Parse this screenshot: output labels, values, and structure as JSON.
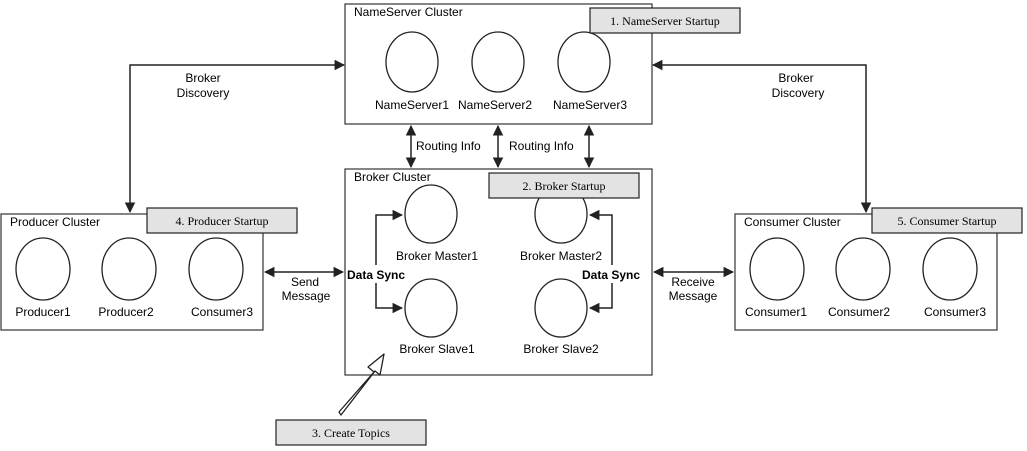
{
  "clusters": {
    "nameserver": {
      "title": "NameServer Cluster",
      "nodes": [
        "NameServer1",
        "NameServer2",
        "NameServer3"
      ]
    },
    "broker": {
      "title": "Broker Cluster",
      "nodes": [
        "Broker Master1",
        "Broker Master2",
        "Broker Slave1",
        "Broker Slave2"
      ]
    },
    "producer": {
      "title": "Producer Cluster",
      "nodes": [
        "Producer1",
        "Producer2",
        "Consumer3"
      ]
    },
    "consumer": {
      "title": "Consumer Cluster",
      "nodes": [
        "Consumer1",
        "Consumer2",
        "Consumer3"
      ]
    }
  },
  "steps": [
    "1. NameServer Startup",
    "2. Broker Startup",
    "3. Create Topics",
    "4. Producer Startup",
    "5. Consumer Startup"
  ],
  "edges": {
    "broker_discovery_left": [
      "Broker",
      "Discovery"
    ],
    "broker_discovery_right": [
      "Broker",
      "Discovery"
    ],
    "routing_info_1": "Routing Info",
    "routing_info_2": "Routing Info",
    "send_message": [
      "Send",
      "Message"
    ],
    "receive_message": [
      "Receive",
      "Message"
    ],
    "data_sync_left": "Data Sync",
    "data_sync_right": "Data Sync"
  }
}
